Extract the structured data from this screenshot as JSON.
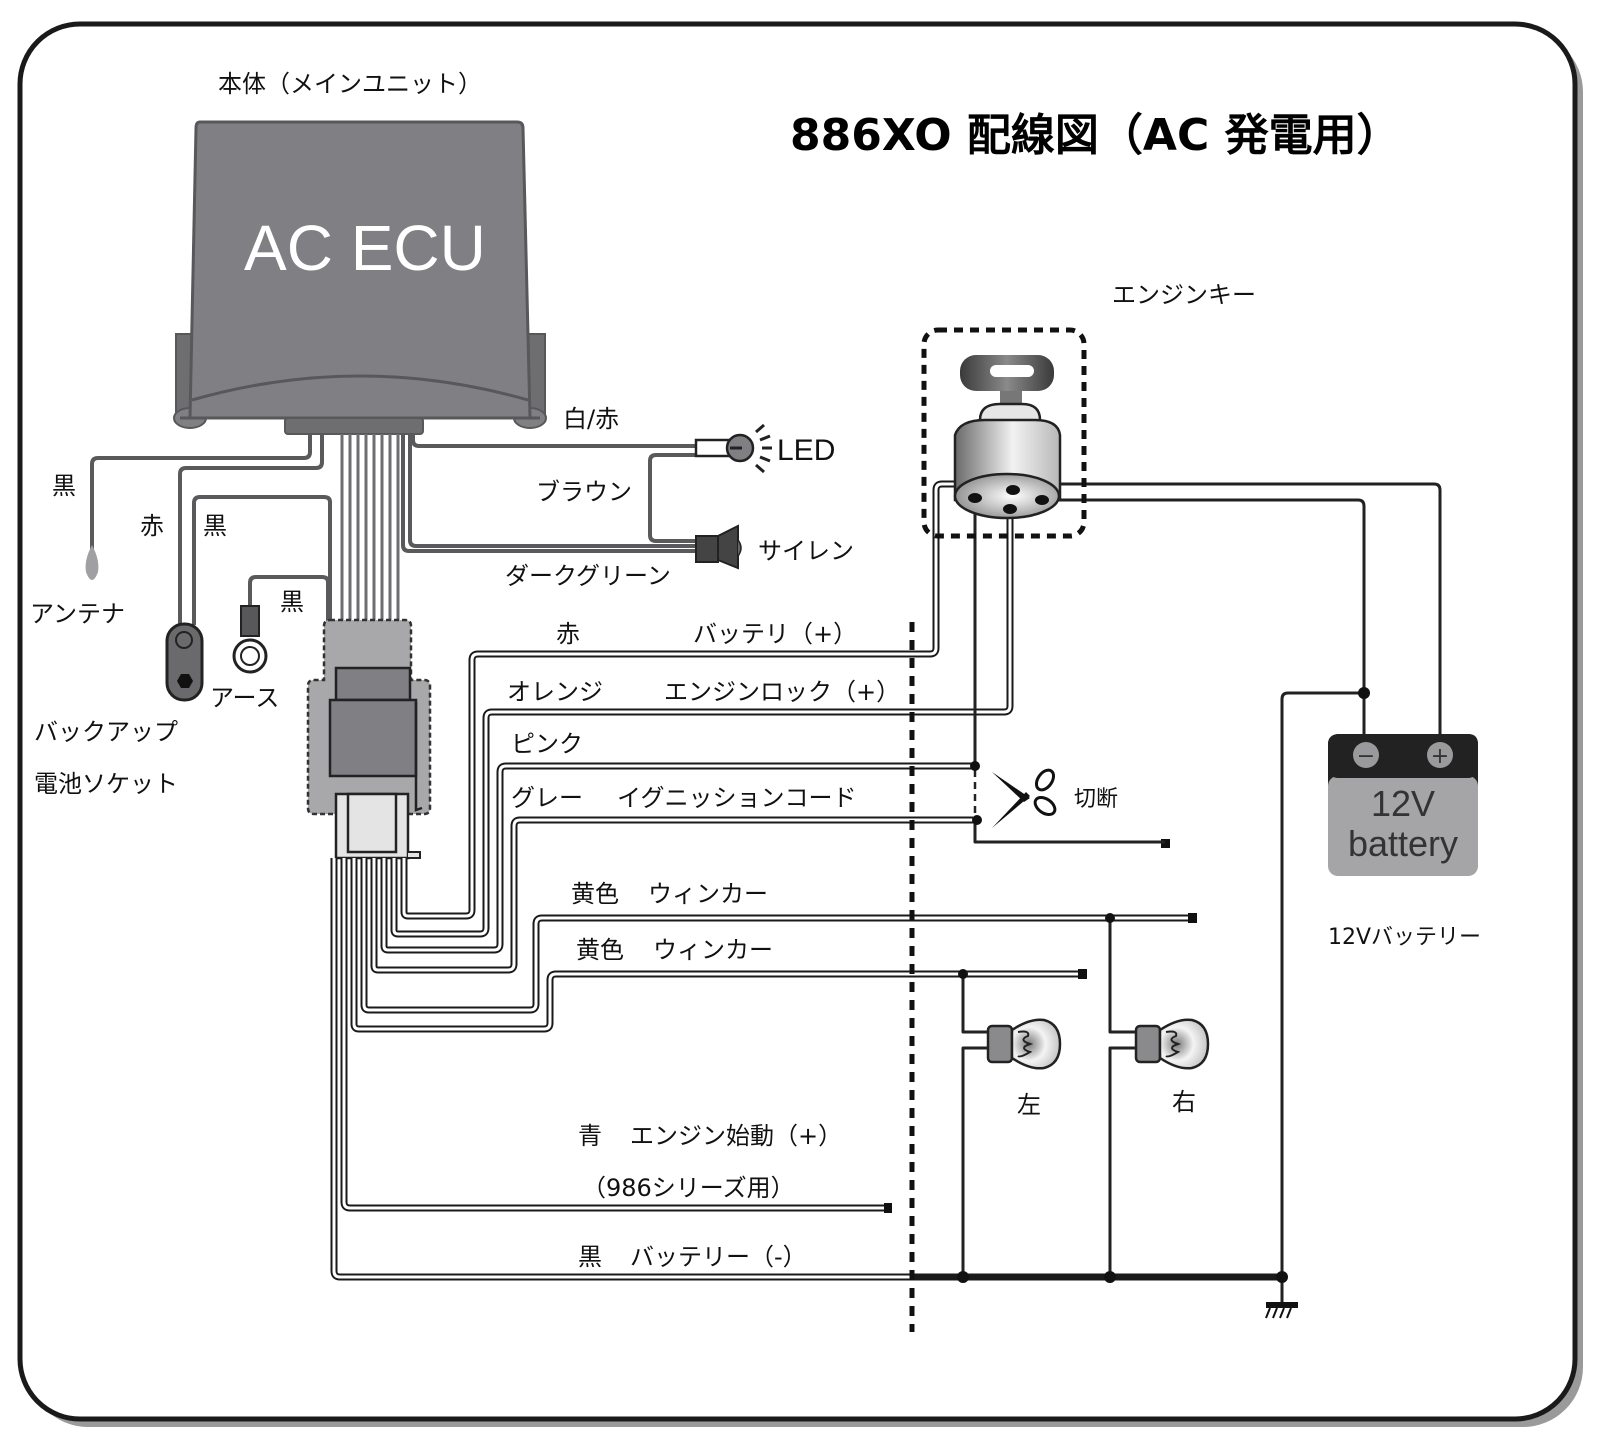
{
  "title": "886XO 配線図（AC 発電用）",
  "main_unit": {
    "caption": "本体（メインユニット）",
    "label": "AC ECU"
  },
  "left_components": {
    "antenna_wire": "黒",
    "antenna": "アンテナ",
    "backup_red": "赤",
    "backup_black": "黒",
    "backup_line1": "バックアップ",
    "backup_line2": "電池ソケット",
    "earth_wire": "黒",
    "earth": "アース"
  },
  "led": {
    "wire": "白/赤",
    "label": "LED"
  },
  "siren": {
    "wire_brown": "ブラウン",
    "wire_green": "ダークグリーン",
    "label": "サイレン"
  },
  "engine_key": {
    "label": "エンジンキー"
  },
  "harness": [
    {
      "color": "赤",
      "function": "バッテリ（+）"
    },
    {
      "color": "オレンジ",
      "function": "エンジンロック（+）"
    },
    {
      "color": "ピンク",
      "function": ""
    },
    {
      "color": "グレー",
      "function": "イグニッションコード"
    },
    {
      "color": "黄色",
      "function": "ウィンカー"
    },
    {
      "color": "黄色",
      "function": "ウィンカー"
    },
    {
      "color": "青",
      "function": "エンジン始動（+）",
      "note": "（986シリーズ用）"
    },
    {
      "color": "黒",
      "function": "バッテリー（-）"
    }
  ],
  "cut_label": "切断",
  "lamps": {
    "left": "左",
    "right": "右"
  },
  "battery": {
    "minus": "−",
    "plus": "+",
    "line1": "12V",
    "line2": "battery",
    "caption": "12Vバッテリー"
  },
  "colors": {
    "frame": "#1a1a1a",
    "frame_shadow": "#9a9a9a",
    "ecu_body": "#808084",
    "ecu_edge": "#58585a",
    "battery_top": "#222222",
    "battery_body": "#a5a5a7"
  }
}
